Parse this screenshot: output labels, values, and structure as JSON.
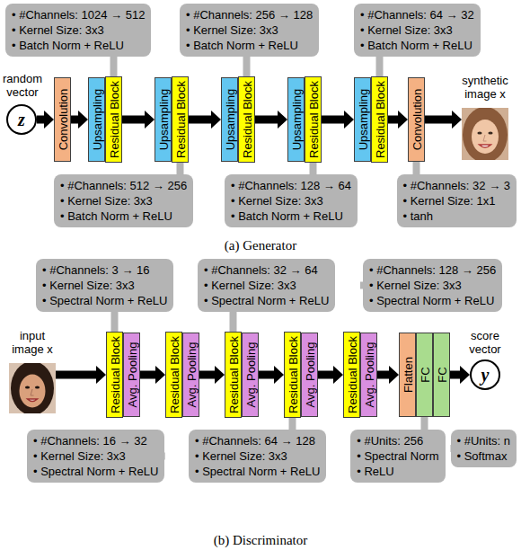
{
  "diagram": {
    "nodes": [
      {
        "text": [
          "• #Channels: 1024 → 512",
          "• Kernel Size: 3x3",
          "• Batch Norm + ReLU"
        ]
      },
      {
        "text": [
          "• #Channels: 256 → 128",
          "• Kernel Size: 3x3",
          "• Batch Norm + ReLU"
        ]
      },
      {
        "text": [
          "• #Channels: 64 → 32",
          "• Kernel Size: 3x3",
          "• Batch Norm + ReLU"
        ]
      },
      {
        "text": [
          "random vector",
          "z"
        ]
      },
      {
        "text": [
          "Convolution"
        ]
      },
      {
        "text": [
          "Upsampling"
        ]
      },
      {
        "text": [
          "Residual Block"
        ]
      },
      {
        "text": [
          "Upsampling"
        ]
      },
      {
        "text": [
          "Residual Block"
        ]
      },
      {
        "text": [
          "Upsampling"
        ]
      },
      {
        "text": [
          "Residual Block"
        ]
      },
      {
        "text": [
          "Upsampling"
        ]
      },
      {
        "text": [
          "Residual Block"
        ]
      },
      {
        "text": [
          "Upsampling"
        ]
      },
      {
        "text": [
          "Residual Block"
        ]
      },
      {
        "text": [
          "Convolution"
        ]
      },
      {
        "text": [
          "synthetic image x"
        ]
      },
      {
        "text": [
          "• #Channels: 512 → 256",
          "• Kernel Size: 3x3",
          "• Batch Norm + ReLU"
        ]
      },
      {
        "text": [
          "• #Channels: 128 → 64",
          "• Kernel Size: 3x3",
          "• Batch Norm + ReLU"
        ]
      },
      {
        "text": [
          "• #Channels: 32 → 3",
          "• Kernel Size: 1x1",
          "• tanh"
        ]
      },
      {
        "text": [
          "• #Channels: 3 → 16",
          "• Kernel Size: 3x3",
          "• Spectral Norm + ReLU"
        ]
      },
      {
        "text": [
          "• #Channels: 32 → 64",
          "• Kernel Size: 3x3",
          "• Spectral Norm + ReLU"
        ]
      },
      {
        "text": [
          "• #Channels: 128 → 256",
          "• Kernel Size: 3x3",
          "• Spectral Norm + ReLU"
        ]
      },
      {
        "text": [
          "input image x"
        ]
      },
      {
        "text": [
          "Residual Block"
        ]
      },
      {
        "text": [
          "Avg. Pooling"
        ]
      },
      {
        "text": [
          "Residual Block"
        ]
      },
      {
        "text": [
          "Avg. Pooling"
        ]
      },
      {
        "text": [
          "Residual Block"
        ]
      },
      {
        "text": [
          "Avg. Pooling"
        ]
      },
      {
        "text": [
          "Residual Block"
        ]
      },
      {
        "text": [
          "Avg. Pooling"
        ]
      },
      {
        "text": [
          "Residual Block"
        ]
      },
      {
        "text": [
          "Avg. Pooling"
        ]
      },
      {
        "text": [
          "Flatten"
        ]
      },
      {
        "text": [
          "FC"
        ]
      },
      {
        "text": [
          "FC"
        ]
      },
      {
        "text": [
          "score vector",
          "y"
        ]
      },
      {
        "text": [
          "• #Channels: 16 → 32",
          "• Kernel Size: 3x3",
          "• Spectral Norm + ReLU"
        ]
      },
      {
        "text": [
          "• #Channels: 64 → 128",
          "• Kernel Size: 3x3",
          "• Spectral Norm + ReLU"
        ]
      },
      {
        "text": [
          "• #Units: 256",
          "• Spectral Norm",
          "• ReLU"
        ]
      },
      {
        "text": [
          "• #Units: n",
          "• Softmax"
        ]
      }
    ],
    "edges": [
      {
        "from": 3,
        "to": 4,
        "arrow": "to"
      },
      {
        "from": 4,
        "to": 5,
        "arrow": "to"
      },
      {
        "from": 6,
        "to": 7,
        "arrow": "to"
      },
      {
        "from": 8,
        "to": 9,
        "arrow": "to"
      },
      {
        "from": 10,
        "to": 11,
        "arrow": "to"
      },
      {
        "from": 12,
        "to": 13,
        "arrow": "to"
      },
      {
        "from": 14,
        "to": 15,
        "arrow": "to"
      },
      {
        "from": 15,
        "to": 16,
        "arrow": "to"
      },
      {
        "from": 0,
        "to": 6,
        "arrow": "none"
      },
      {
        "from": 1,
        "to": 10,
        "arrow": "none"
      },
      {
        "from": 2,
        "to": 14,
        "arrow": "none"
      },
      {
        "from": 17,
        "to": 8,
        "arrow": "none"
      },
      {
        "from": 18,
        "to": 12,
        "arrow": "none"
      },
      {
        "from": 19,
        "to": 15,
        "arrow": "none"
      },
      {
        "from": 23,
        "to": 24,
        "arrow": "to"
      },
      {
        "from": 25,
        "to": 26,
        "arrow": "to"
      },
      {
        "from": 27,
        "to": 28,
        "arrow": "to"
      },
      {
        "from": 29,
        "to": 30,
        "arrow": "to"
      },
      {
        "from": 31,
        "to": 32,
        "arrow": "to"
      },
      {
        "from": 33,
        "to": 34,
        "arrow": "to"
      },
      {
        "from": 36,
        "to": 37,
        "arrow": "to"
      },
      {
        "from": 20,
        "to": 24,
        "arrow": "none"
      },
      {
        "from": 21,
        "to": 28,
        "arrow": "none"
      },
      {
        "from": 22,
        "to": 32,
        "arrow": "none"
      },
      {
        "from": 38,
        "to": 26,
        "arrow": "none"
      },
      {
        "from": 39,
        "to": 30,
        "arrow": "none"
      },
      {
        "from": 40,
        "to": 35,
        "arrow": "none"
      },
      {
        "from": 41,
        "to": 36,
        "arrow": "none"
      }
    ],
    "labels": [
      "(a) Generator",
      "(b) Discriminator"
    ]
  }
}
